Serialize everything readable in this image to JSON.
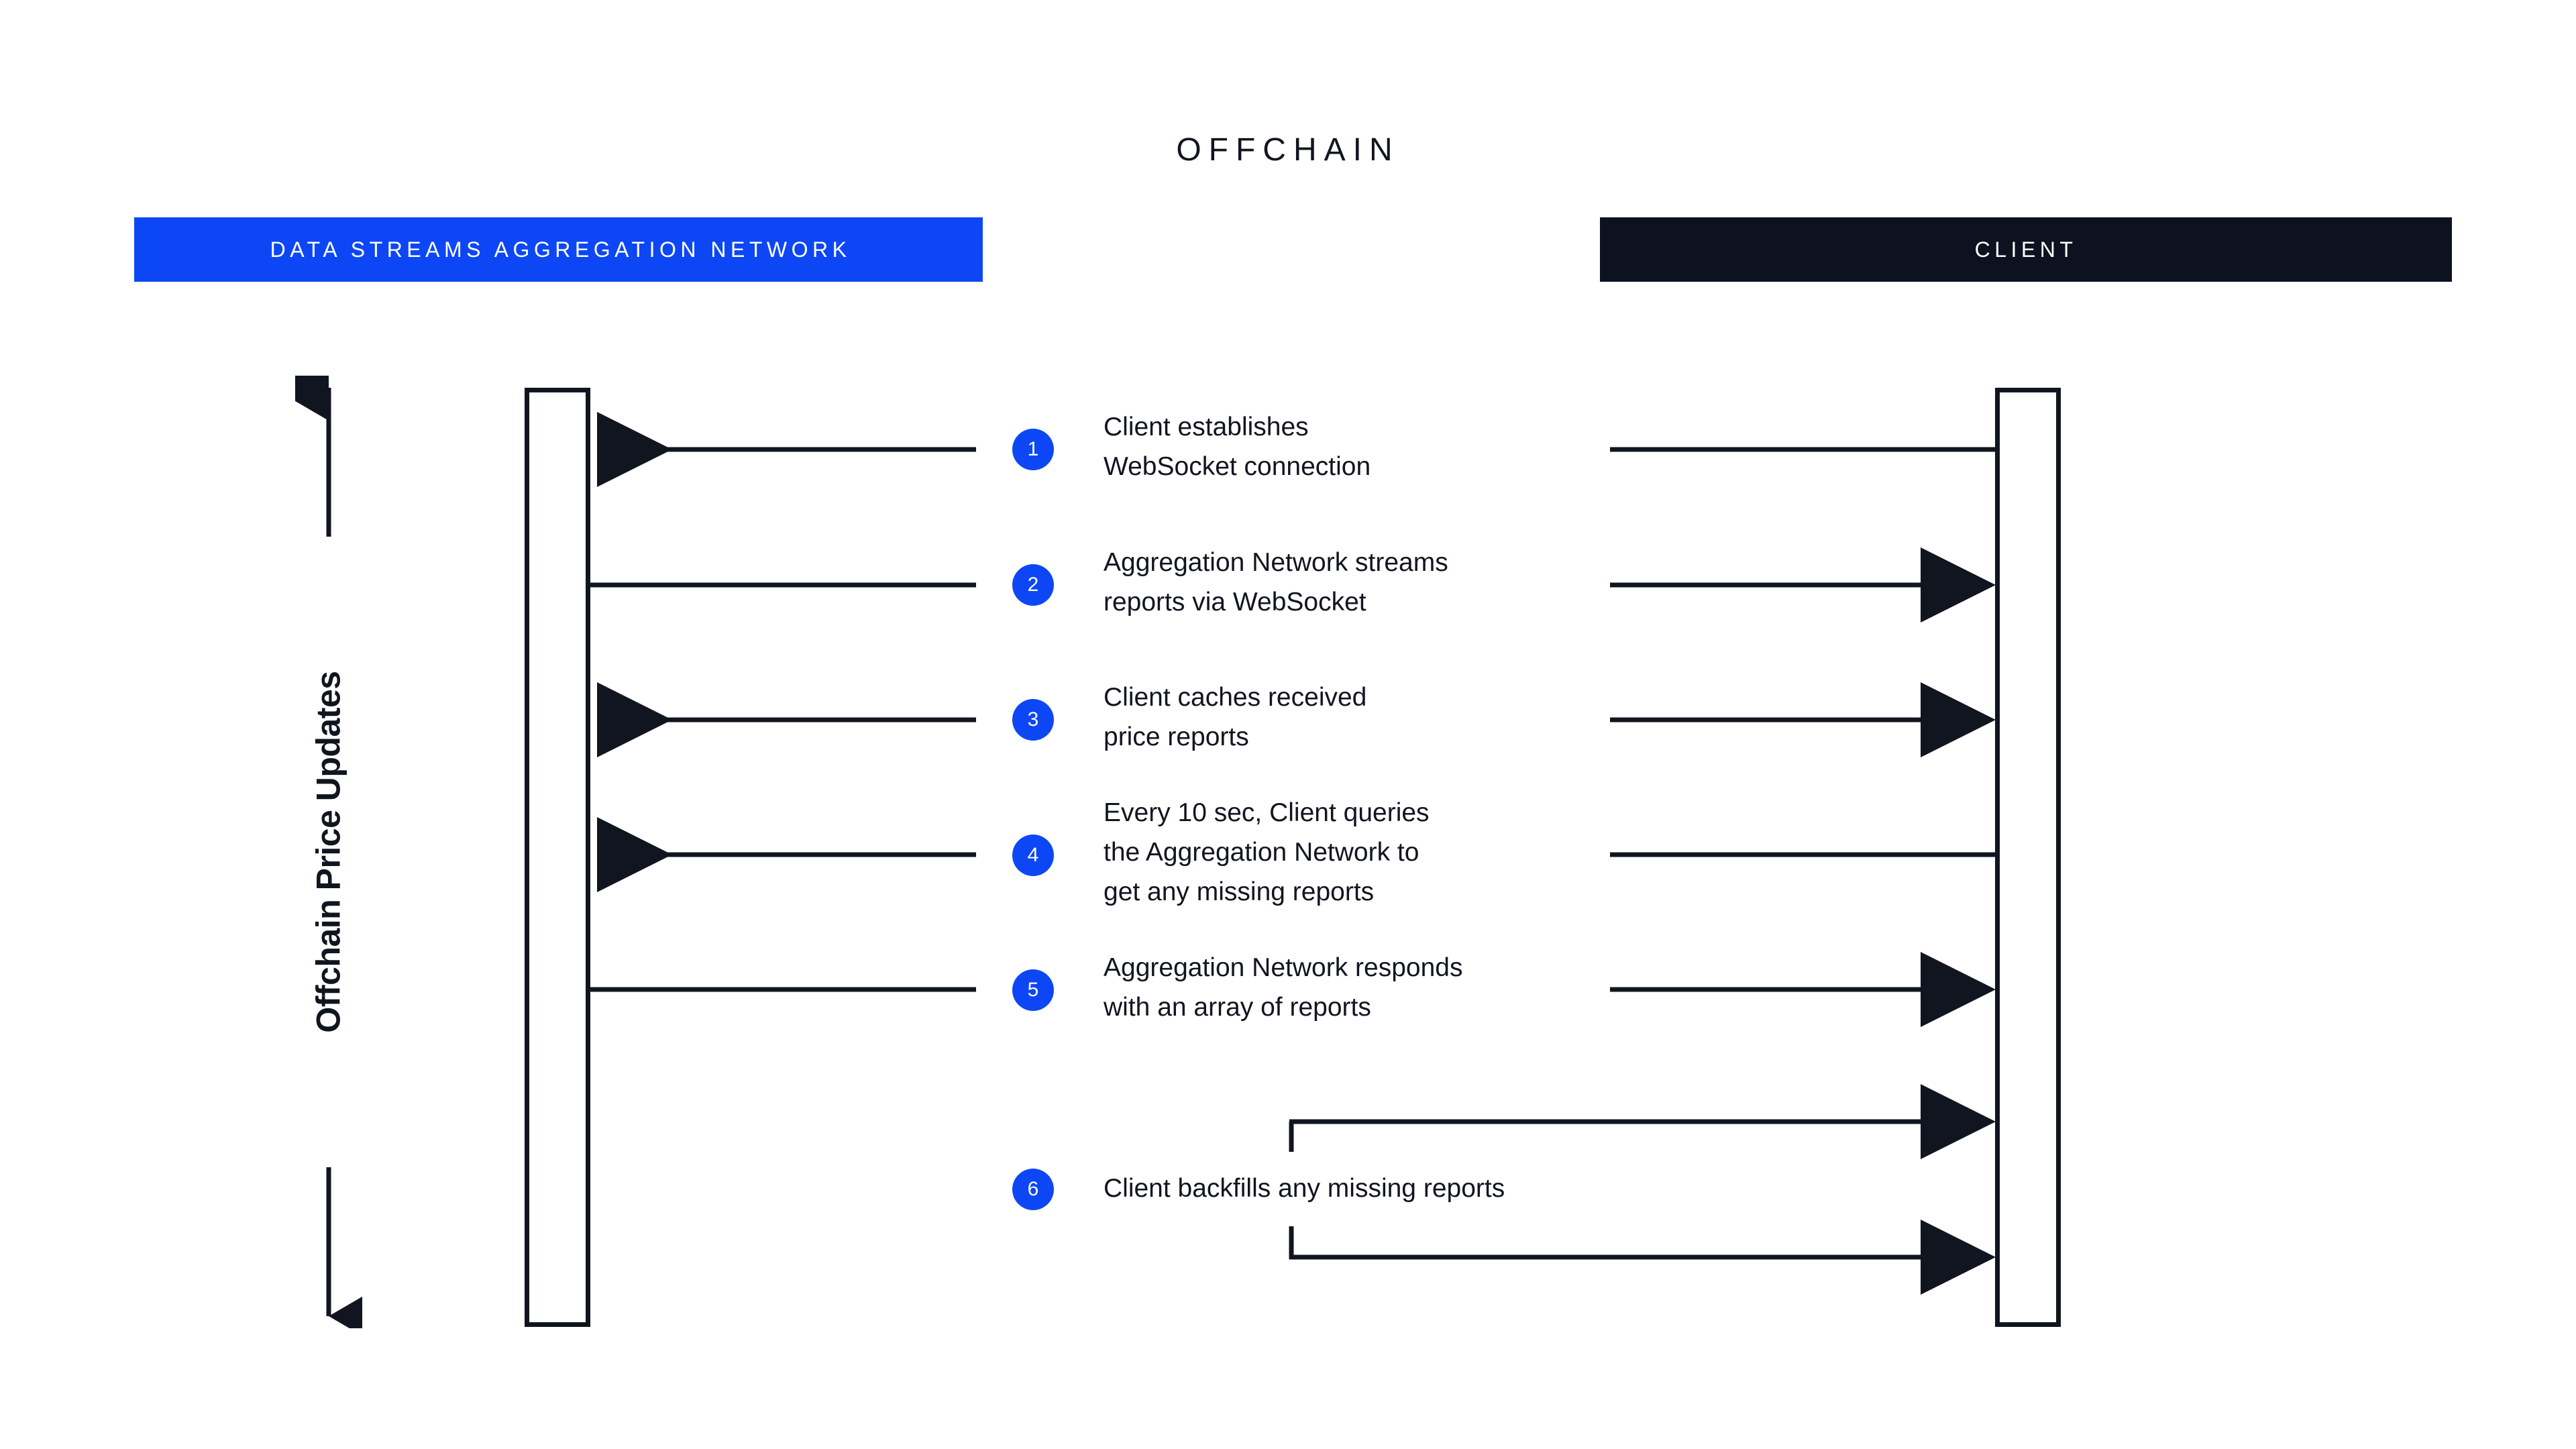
{
  "diagram": {
    "title": "OFFCHAIN",
    "background_color": "#ffffff",
    "accent_blue": "#0d47f5",
    "ink_color": "#11151f"
  },
  "lanes": [
    {
      "id": "aggregation",
      "label": "DATA STREAMS AGGREGATION NETWORK",
      "banner_color": "#0d47f5",
      "text_color": "#ffffff"
    },
    {
      "id": "client",
      "label": "CLIENT",
      "banner_color": "#0d1220",
      "text_color": "#ffffff"
    }
  ],
  "range_axis": {
    "label": "Offchain Price Updates",
    "arrow_heads": "both"
  },
  "steps": [
    {
      "number": "1",
      "text": "Client establishes\nWebSocket connection",
      "direction": "client-to-aggregation"
    },
    {
      "number": "2",
      "text": "Aggregation Network streams\nreports via WebSocket",
      "direction": "aggregation-to-client"
    },
    {
      "number": "3",
      "text": "Client caches received\nprice reports",
      "direction": "both"
    },
    {
      "number": "4",
      "text": "Every 10 sec, Client queries\nthe Aggregation Network to\nget any missing reports",
      "direction": "client-to-aggregation"
    },
    {
      "number": "5",
      "text": "Aggregation Network responds\nwith an array of reports",
      "direction": "aggregation-to-client"
    },
    {
      "number": "6",
      "text": "Client backfills any missing reports",
      "direction": "client-self-loop"
    }
  ]
}
